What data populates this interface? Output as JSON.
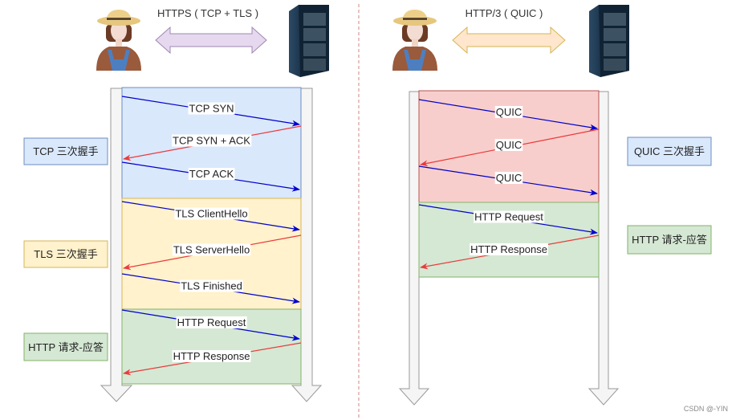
{
  "left_panel": {
    "title": "HTTPS ( TCP + TLS )",
    "connector_color": "#e6d8ef",
    "connector_stroke": "#9f88b1",
    "client_icon": "farmer-user-icon",
    "server_icon": "server-rack-icon",
    "phases": [
      {
        "name": "tcp-handshake",
        "label": "TCP 三次握手",
        "fill": "#dae8fc",
        "stroke": "#6c8ebf",
        "messages": [
          {
            "text": "TCP SYN",
            "direction": "to-server"
          },
          {
            "text": "TCP SYN + ACK",
            "direction": "to-client"
          },
          {
            "text": "TCP ACK",
            "direction": "to-server"
          }
        ]
      },
      {
        "name": "tls-handshake",
        "label": "TLS 三次握手",
        "fill": "#fff2cc",
        "stroke": "#d6b656",
        "messages": [
          {
            "text": "TLS ClientHello",
            "direction": "to-server"
          },
          {
            "text": "TLS ServerHello",
            "direction": "to-client"
          },
          {
            "text": "TLS Finished",
            "direction": "to-server"
          }
        ]
      },
      {
        "name": "http-exchange",
        "label": "HTTP 请求-应答",
        "fill": "#d5e8d4",
        "stroke": "#82b366",
        "messages": [
          {
            "text": "HTTP Request",
            "direction": "to-server"
          },
          {
            "text": "HTTP Response",
            "direction": "to-client"
          }
        ]
      }
    ]
  },
  "right_panel": {
    "title": "HTTP/3 ( QUIC )",
    "connector_color": "#ffe6cc",
    "connector_stroke": "#d6b656",
    "client_icon": "farmer-user-icon",
    "server_icon": "server-rack-icon",
    "phases": [
      {
        "name": "quic-handshake",
        "label": "QUIC 三次握手",
        "fill": "#f8cecc",
        "stroke": "#b85450",
        "label_fill": "#dae8fc",
        "label_stroke": "#6c8ebf",
        "messages": [
          {
            "text": "QUIC",
            "direction": "to-server"
          },
          {
            "text": "QUIC",
            "direction": "to-client"
          },
          {
            "text": "QUIC",
            "direction": "to-server"
          }
        ]
      },
      {
        "name": "http-exchange",
        "label": "HTTP 请求-应答",
        "fill": "#d5e8d4",
        "stroke": "#82b366",
        "messages": [
          {
            "text": "HTTP Request",
            "direction": "to-server"
          },
          {
            "text": "HTTP Response",
            "direction": "to-client"
          }
        ]
      }
    ]
  },
  "colors": {
    "request_arrow": "#0000cc",
    "response_arrow": "#ea3b3b",
    "lifeline_fill": "#f5f5f5",
    "lifeline_stroke": "#999999",
    "divider": "#d99a9a"
  },
  "watermark": "CSDN @-YIN"
}
